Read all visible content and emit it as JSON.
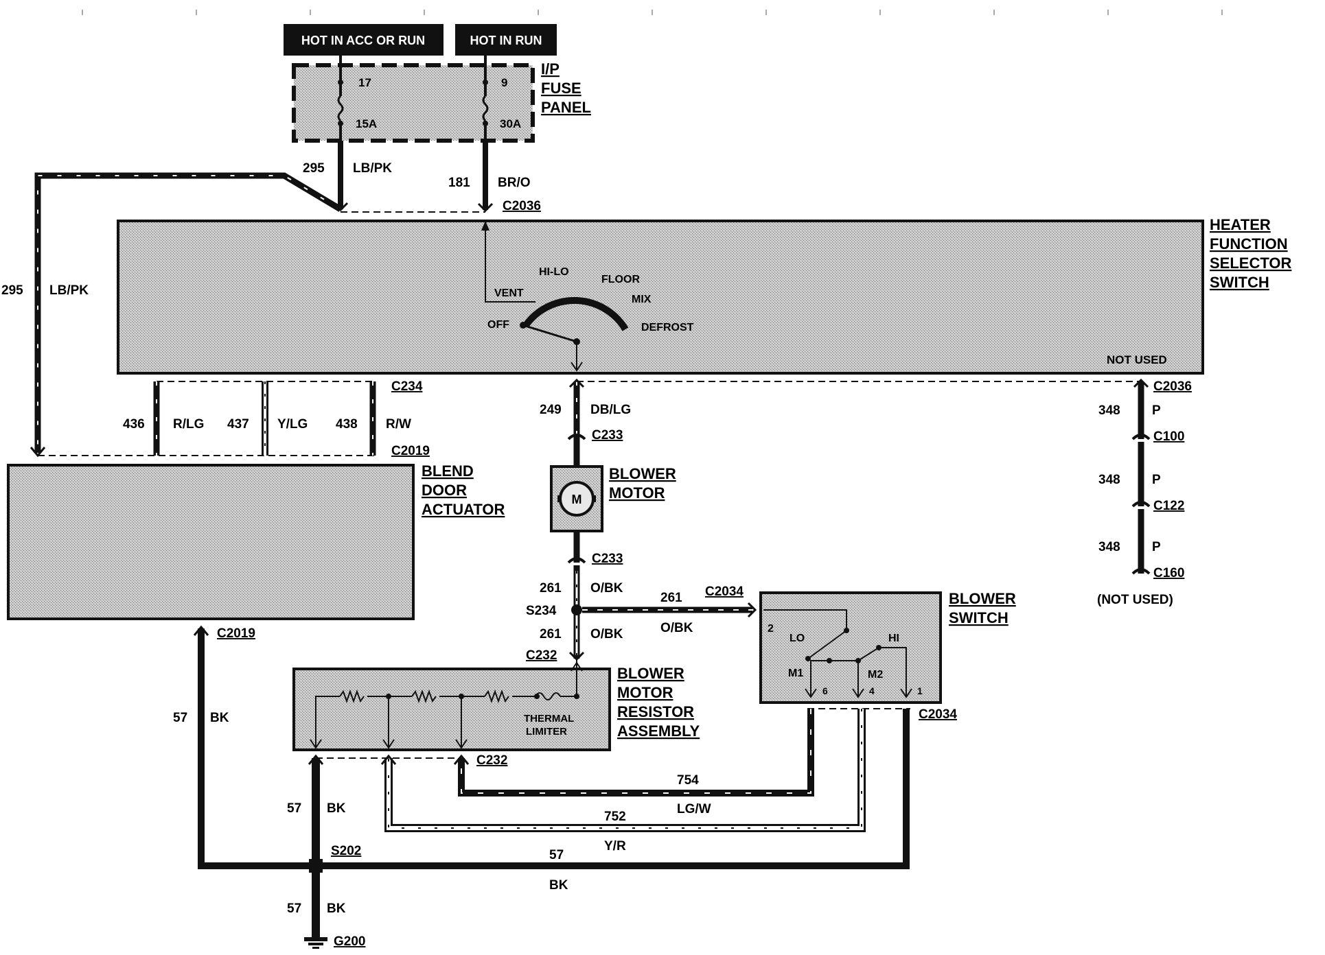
{
  "power_tags": {
    "acc_run": "HOT IN ACC OR RUN",
    "run": "HOT IN RUN"
  },
  "fuse_panel": {
    "title_lines": [
      "I/P",
      "FUSE",
      "PANEL"
    ],
    "fuse_17_num": "17",
    "fuse_17_rating": "15A",
    "fuse_9_num": "9",
    "fuse_9_rating": "30A"
  },
  "heater_switch": {
    "title_lines": [
      "HEATER",
      "FUNCTION",
      "SELECTOR",
      "SWITCH"
    ],
    "positions": {
      "off": "OFF",
      "vent": "VENT",
      "hilo": "HI-LO",
      "floor": "FLOOR",
      "mix": "MIX",
      "defrost": "DEFROST"
    },
    "not_used": "NOT USED"
  },
  "blend_door": {
    "title_lines": [
      "BLEND",
      "DOOR",
      "ACTUATOR"
    ]
  },
  "blower_motor": {
    "title_lines": [
      "BLOWER",
      "MOTOR"
    ],
    "symbol": "M"
  },
  "resistor_assembly": {
    "title_lines": [
      "BLOWER",
      "MOTOR",
      "RESISTOR",
      "ASSEMBLY"
    ],
    "limiter_lines": [
      "THERMAL",
      "LIMITER"
    ]
  },
  "blower_switch": {
    "title_lines": [
      "BLOWER",
      "SWITCH"
    ],
    "contacts": {
      "lo": "LO",
      "hi": "HI",
      "m1": "M1",
      "m2": "M2"
    },
    "pins": {
      "p2": "2",
      "p6": "6",
      "p4": "4",
      "p1": "1"
    }
  },
  "wires": {
    "w295": {
      "circuit": "295",
      "color": "LB/PK"
    },
    "w181": {
      "circuit": "181",
      "color": "BR/O"
    },
    "w436": {
      "circuit": "436",
      "color": "R/LG"
    },
    "w437": {
      "circuit": "437",
      "color": "Y/LG"
    },
    "w438": {
      "circuit": "438",
      "color": "R/W"
    },
    "w249": {
      "circuit": "249",
      "color": "DB/LG"
    },
    "w348": {
      "circuit": "348",
      "color": "P"
    },
    "w261": {
      "circuit": "261",
      "color": "O/BK"
    },
    "w57": {
      "circuit": "57",
      "color": "BK"
    },
    "w754": {
      "circuit": "754",
      "color": "LG/W"
    },
    "w752": {
      "circuit": "752",
      "color": "Y/R"
    }
  },
  "connectors": {
    "c2036": "C2036",
    "c234": "C234",
    "c2019": "C2019",
    "c233": "C233",
    "c100": "C100",
    "c122": "C122",
    "c160": "C160",
    "c2034": "C2034",
    "c232": "C232",
    "s234": "S234",
    "s202": "S202",
    "g200": "G200",
    "not_used": "(NOT USED)"
  }
}
